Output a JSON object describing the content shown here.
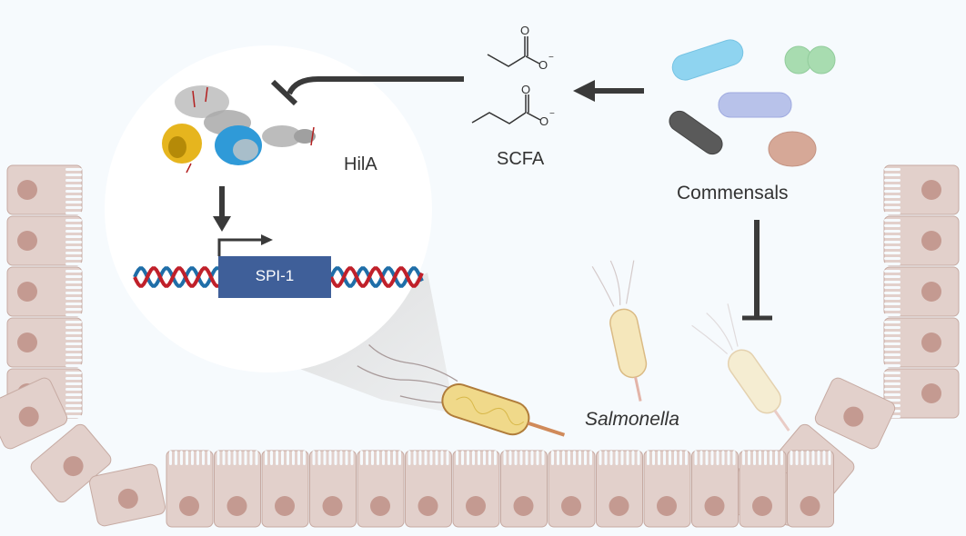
{
  "labels": {
    "hila": "HilA",
    "scfa": "SCFA",
    "commensals": "Commensals",
    "spi1": "SPI-1",
    "salmonella": "Salmonella"
  },
  "molecules": {
    "charge": "−",
    "oxygen": "O"
  },
  "colors": {
    "background": "#f6fafd",
    "cell": "#e2d0cb",
    "cell_border": "#c6aaa2",
    "nucleus": "#c49a91",
    "arrow": "#3a3a3a",
    "dna_red": "#c0202a",
    "dna_blue": "#1f6ea8",
    "spi1_box": "#3f5f99",
    "commensal_cyan": "#8fd4f0",
    "commensal_green": "#a8dcb0",
    "commensal_lavender": "#b8c2ea",
    "commensal_dark": "#5a5a5a",
    "commensal_tan": "#d6a897",
    "salmonella_body": "#f0d98a"
  }
}
